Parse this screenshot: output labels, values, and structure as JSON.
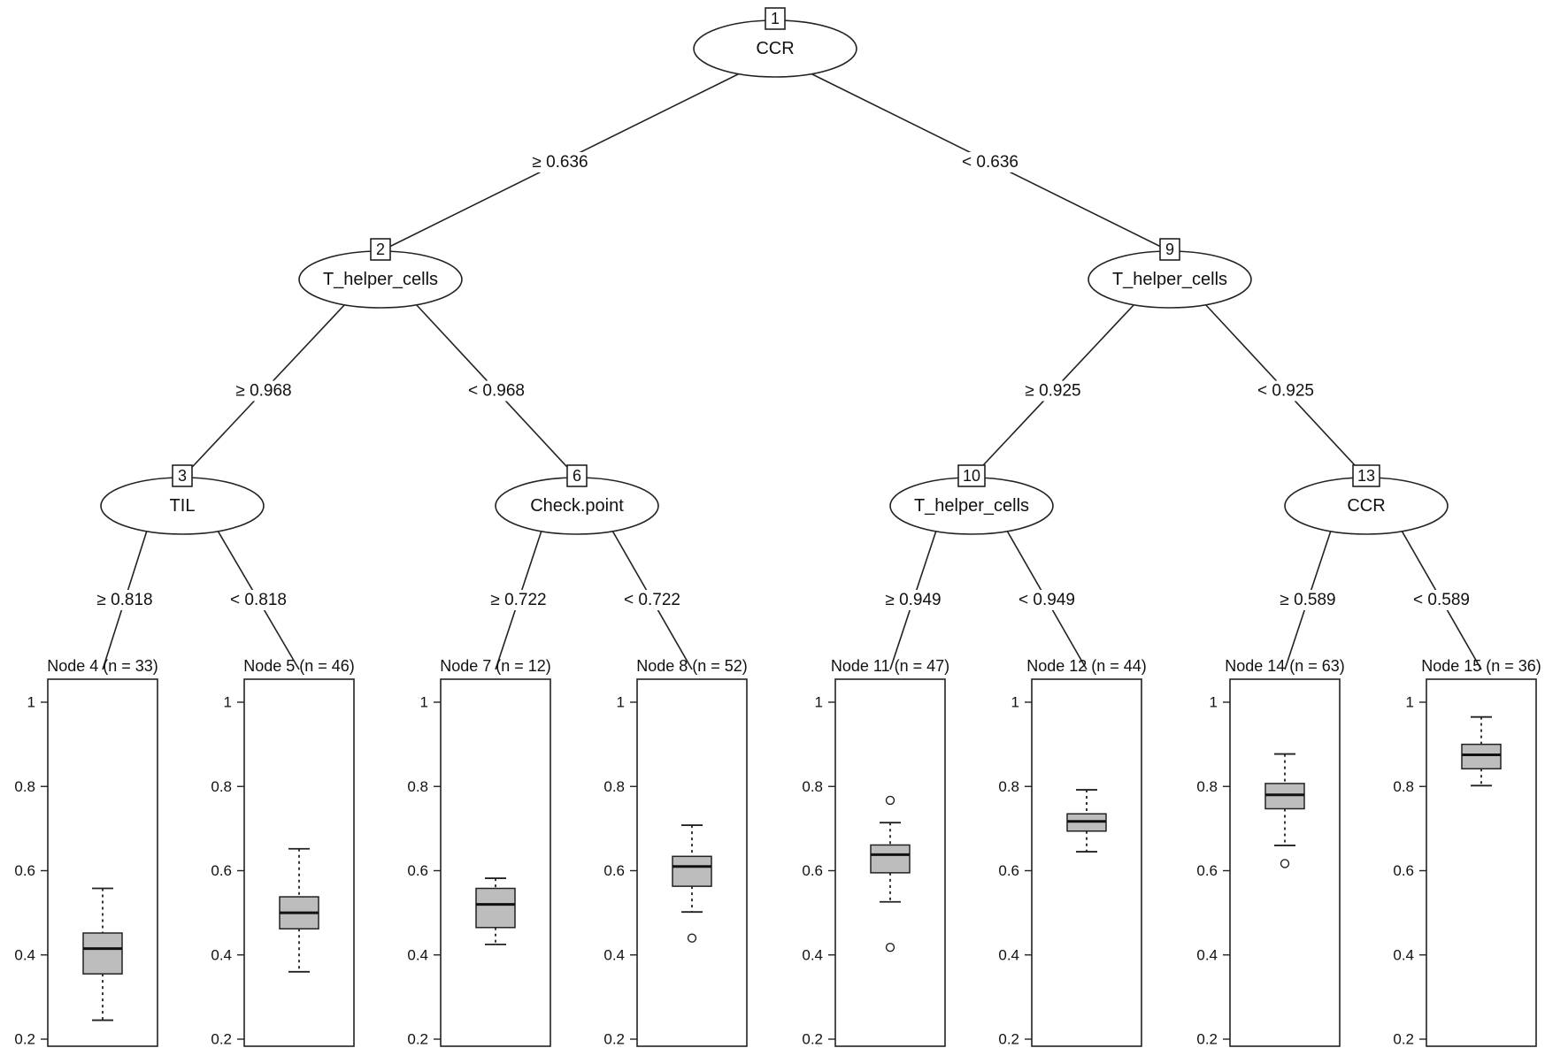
{
  "inner_nodes": [
    {
      "id": "1",
      "variable": "CCR"
    },
    {
      "id": "2",
      "variable": "T_helper_cells"
    },
    {
      "id": "9",
      "variable": "T_helper_cells"
    },
    {
      "id": "3",
      "variable": "TIL"
    },
    {
      "id": "6",
      "variable": "Check.point"
    },
    {
      "id": "10",
      "variable": "T_helper_cells"
    },
    {
      "id": "13",
      "variable": "CCR"
    }
  ],
  "splits": [
    {
      "from": "1",
      "to": "2",
      "label": "≥ 0.636"
    },
    {
      "from": "1",
      "to": "9",
      "label": "< 0.636"
    },
    {
      "from": "2",
      "to": "3",
      "label": "≥ 0.968"
    },
    {
      "from": "2",
      "to": "6",
      "label": "< 0.968"
    },
    {
      "from": "9",
      "to": "10",
      "label": "≥ 0.925"
    },
    {
      "from": "9",
      "to": "13",
      "label": "< 0.925"
    },
    {
      "from": "3",
      "to": "4",
      "label": "≥ 0.818"
    },
    {
      "from": "3",
      "to": "5",
      "label": "< 0.818"
    },
    {
      "from": "6",
      "to": "7",
      "label": "≥ 0.722"
    },
    {
      "from": "6",
      "to": "8",
      "label": "< 0.722"
    },
    {
      "from": "10",
      "to": "11",
      "label": "≥ 0.949"
    },
    {
      "from": "10",
      "to": "12",
      "label": "< 0.949"
    },
    {
      "from": "13",
      "to": "14",
      "label": "≥ 0.589"
    },
    {
      "from": "13",
      "to": "15",
      "label": "< 0.589"
    }
  ],
  "terminal_nodes": [
    {
      "id": "4",
      "title": "Node 4 (n = 33)",
      "min": 0.245,
      "q1": 0.355,
      "median": 0.415,
      "q3": 0.452,
      "max": 0.558,
      "outliers": []
    },
    {
      "id": "5",
      "title": "Node 5 (n = 46)",
      "min": 0.36,
      "q1": 0.462,
      "median": 0.5,
      "q3": 0.538,
      "max": 0.652,
      "outliers": []
    },
    {
      "id": "7",
      "title": "Node 7 (n = 12)",
      "min": 0.425,
      "q1": 0.465,
      "median": 0.52,
      "q3": 0.558,
      "max": 0.582,
      "outliers": []
    },
    {
      "id": "8",
      "title": "Node 8 (n = 52)",
      "min": 0.502,
      "q1": 0.563,
      "median": 0.61,
      "q3": 0.634,
      "max": 0.708,
      "outliers": [
        0.44
      ]
    },
    {
      "id": "11",
      "title": "Node 11 (n = 47)",
      "min": 0.526,
      "q1": 0.595,
      "median": 0.638,
      "q3": 0.661,
      "max": 0.714,
      "outliers": [
        0.767,
        0.418
      ]
    },
    {
      "id": "12",
      "title": "Node 12 (n = 44)",
      "min": 0.645,
      "q1": 0.694,
      "median": 0.717,
      "q3": 0.735,
      "max": 0.792,
      "outliers": []
    },
    {
      "id": "14",
      "title": "Node 14 (n = 63)",
      "min": 0.66,
      "q1": 0.747,
      "median": 0.78,
      "q3": 0.807,
      "max": 0.877,
      "outliers": [
        0.617
      ]
    },
    {
      "id": "15",
      "title": "Node 15 (n = 36)",
      "min": 0.802,
      "q1": 0.842,
      "median": 0.875,
      "q3": 0.9,
      "max": 0.965,
      "outliers": []
    }
  ],
  "y_axis": {
    "ticks": [
      0.2,
      0.4,
      0.6,
      0.8,
      1
    ],
    "tick_labels": [
      "0.2",
      "0.4",
      "0.6",
      "0.8",
      "1"
    ],
    "range": [
      0.2,
      1.0
    ]
  },
  "colors": {
    "box_fill": "#bdbdbd",
    "line": "#222222"
  }
}
